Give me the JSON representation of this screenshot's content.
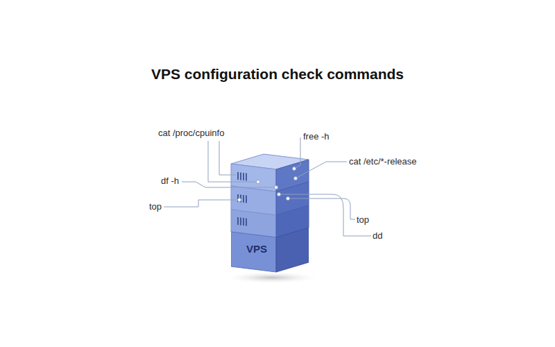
{
  "diagram": {
    "title": "VPS configuration check commands",
    "nodes": [
      {
        "text": [
          "VPS"
        ]
      }
    ],
    "labels": [
      "cat /proc/cpuinfo",
      "free -h",
      "cat /etc/*-release",
      "df -h",
      "top",
      "top",
      "dd"
    ]
  }
}
